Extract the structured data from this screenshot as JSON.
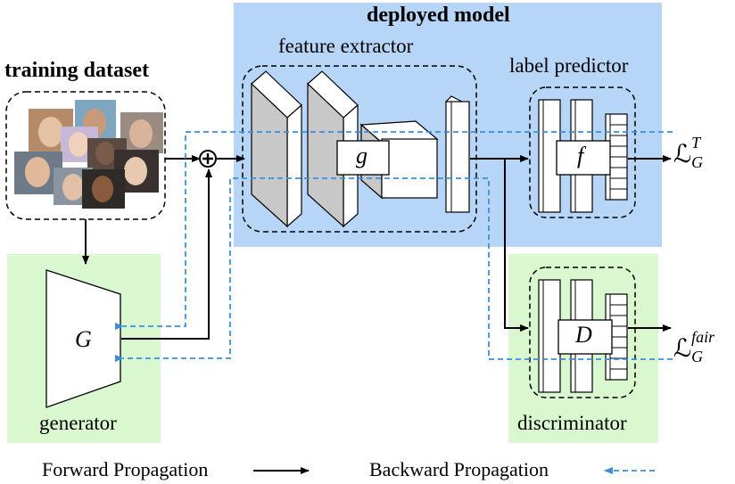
{
  "titles": {
    "deployed_model": "deployed model",
    "feature_extractor": "feature extractor",
    "label_predictor": "label predictor",
    "training_dataset": "training dataset",
    "generator": "generator",
    "discriminator": "discriminator"
  },
  "symbols": {
    "g": "g",
    "f": "f",
    "G": "G",
    "D": "D",
    "loss_symbol": "ℒ",
    "loss_task_sup": "T",
    "loss_task_sub": "G",
    "loss_fair_sup": "fair",
    "loss_fair_sub": "G"
  },
  "legend": {
    "forward": "Forward Propagation",
    "backward": "Backward Propagation"
  },
  "colors": {
    "deployed_bg": "#b7d5f7",
    "green_bg": "#d9f8d0",
    "forward_arrow": "#000000",
    "backward_arrow": "#3a8fe0"
  }
}
